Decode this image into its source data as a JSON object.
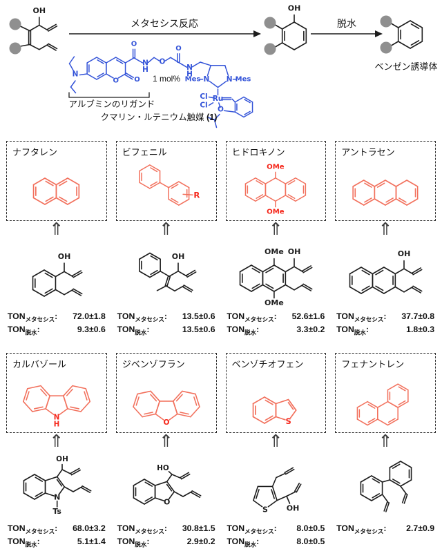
{
  "scheme": {
    "metathesis_arrow_label": "メタセシス反応",
    "dehydration_arrow_label": "脱水",
    "benzene_caption": "ベンゼン誘導体",
    "ligand_caption": "アルブミンのリガンド",
    "catalyst_caption": "クマリン・ルテニウム触媒",
    "catalyst_number": "(1)",
    "loading": "1 mol%"
  },
  "icons": {
    "up_double_arrow": "⇑"
  },
  "labels": {
    "oh": "OH",
    "ho": "HO",
    "ome": "OMe",
    "r": "R",
    "n": "N",
    "h": "H",
    "o": "O",
    "s": "S",
    "ts": "Ts",
    "mes": "Mes",
    "cl": "Cl",
    "ru": "Ru"
  },
  "ton": {
    "label": "TON",
    "colon": ":",
    "metathesis_subscript": "メタセシス",
    "dehydration_subscript": "脱水"
  },
  "products": [
    {
      "name": "ナフタレン",
      "structure": "naphthalene",
      "ton_metathesis": "72.0±1.8",
      "ton_dehydration": "9.3±0.6"
    },
    {
      "name": "ビフェニル",
      "structure": "biphenyl",
      "ton_metathesis": "13.5±0.6",
      "ton_dehydration": "13.5±0.6"
    },
    {
      "name": "ヒドロキノン",
      "structure": "hydroquinone",
      "ton_metathesis": "52.6±1.6",
      "ton_dehydration": "3.3±0.2"
    },
    {
      "name": "アントラセン",
      "structure": "anthracene",
      "ton_metathesis": "37.7±0.8",
      "ton_dehydration": "1.8±0.3"
    },
    {
      "name": "カルバゾール",
      "structure": "carbazole",
      "ton_metathesis": "68.0±3.2",
      "ton_dehydration": "5.1±1.4"
    },
    {
      "name": "ジベンゾフラン",
      "structure": "dibenzofuran",
      "ton_metathesis": "30.8±1.5",
      "ton_dehydration": "2.9±0.2"
    },
    {
      "name": "ベンゾチオフェン",
      "structure": "benzothiophene",
      "ton_metathesis": "8.0±0.5",
      "ton_dehydration": "8.0±0.5"
    },
    {
      "name": "フェナントレン",
      "structure": "phenanthrene",
      "ton_metathesis": "2.7±0.9"
    }
  ],
  "colors": {
    "product_red": "#f2705c",
    "label_red": "#f5261a",
    "catalyst_blue": "#3353d8",
    "substituent_gray": "#8f8f8f",
    "bond_black": "#1d1d1d"
  }
}
